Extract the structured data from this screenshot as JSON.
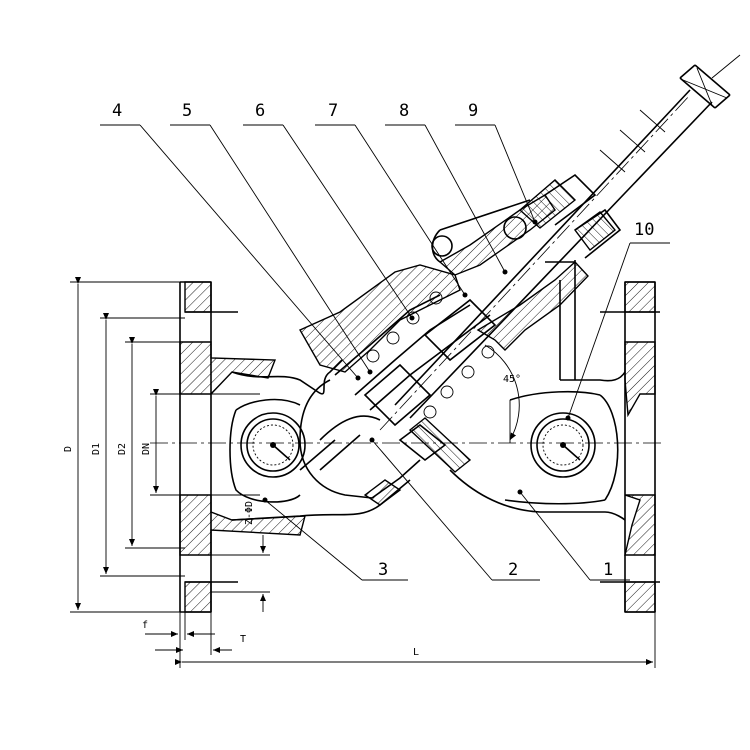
{
  "callouts": {
    "c1": "1",
    "c2": "2",
    "c3": "3",
    "c4": "4",
    "c5": "5",
    "c6": "6",
    "c7": "7",
    "c8": "8",
    "c9": "9",
    "c10": "10"
  },
  "dimensions": {
    "outer_diameter": "D",
    "bolt_circle": "D1",
    "raised_face": "D2",
    "nominal": "DN",
    "bolt_holes": "Z-ΦD",
    "face_height": "f",
    "flange_thickness": "T",
    "length": "L",
    "angle": "45°"
  }
}
